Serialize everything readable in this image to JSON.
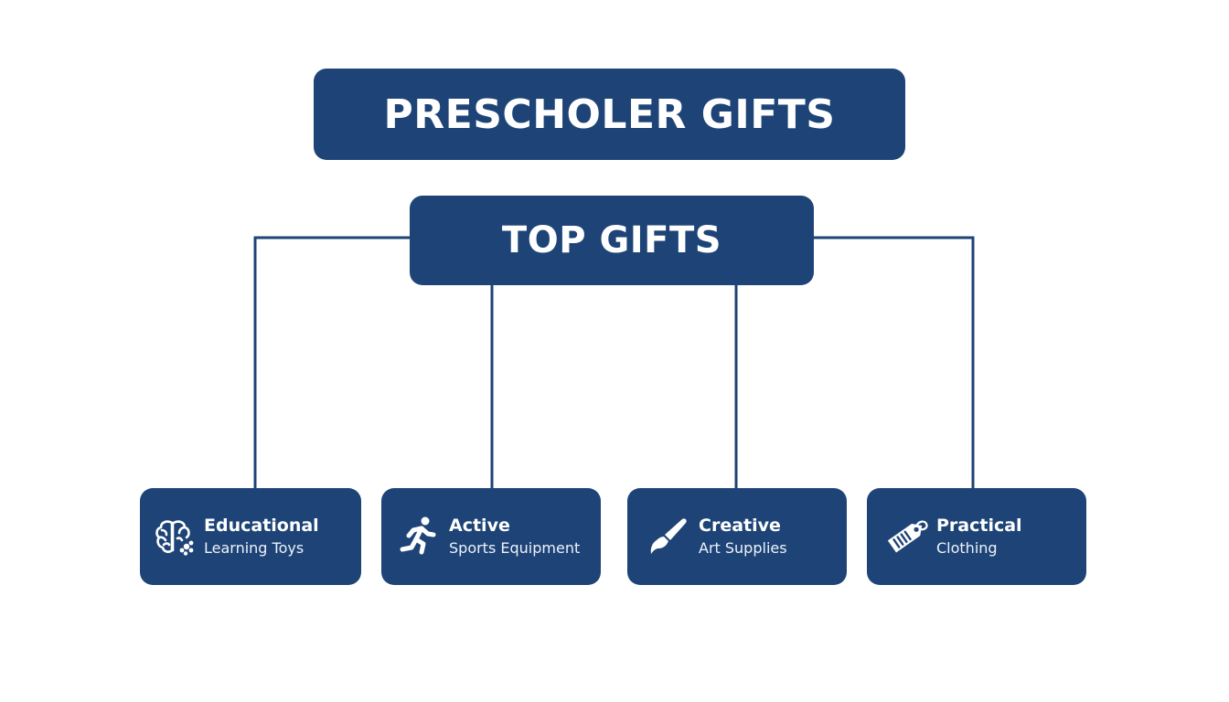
{
  "diagram": {
    "title": "PRESCHOLER GIFTS",
    "subtitle": "TOP GIFTS",
    "categories": [
      {
        "label": "Educational",
        "sub": "Learning Toys",
        "icon": "brain-puzzle-icon"
      },
      {
        "label": "Active",
        "sub": "Sports Equipment",
        "icon": "running-person-icon"
      },
      {
        "label": "Creative",
        "sub": "Art Supplies",
        "icon": "paintbrush-icon"
      },
      {
        "label": "Practical",
        "sub": "Clothing",
        "icon": "clothing-tag-icon"
      }
    ]
  },
  "colors": {
    "box": "#1e4477",
    "line": "#1e4477",
    "text": "#ffffff",
    "background": "#ffffff"
  }
}
